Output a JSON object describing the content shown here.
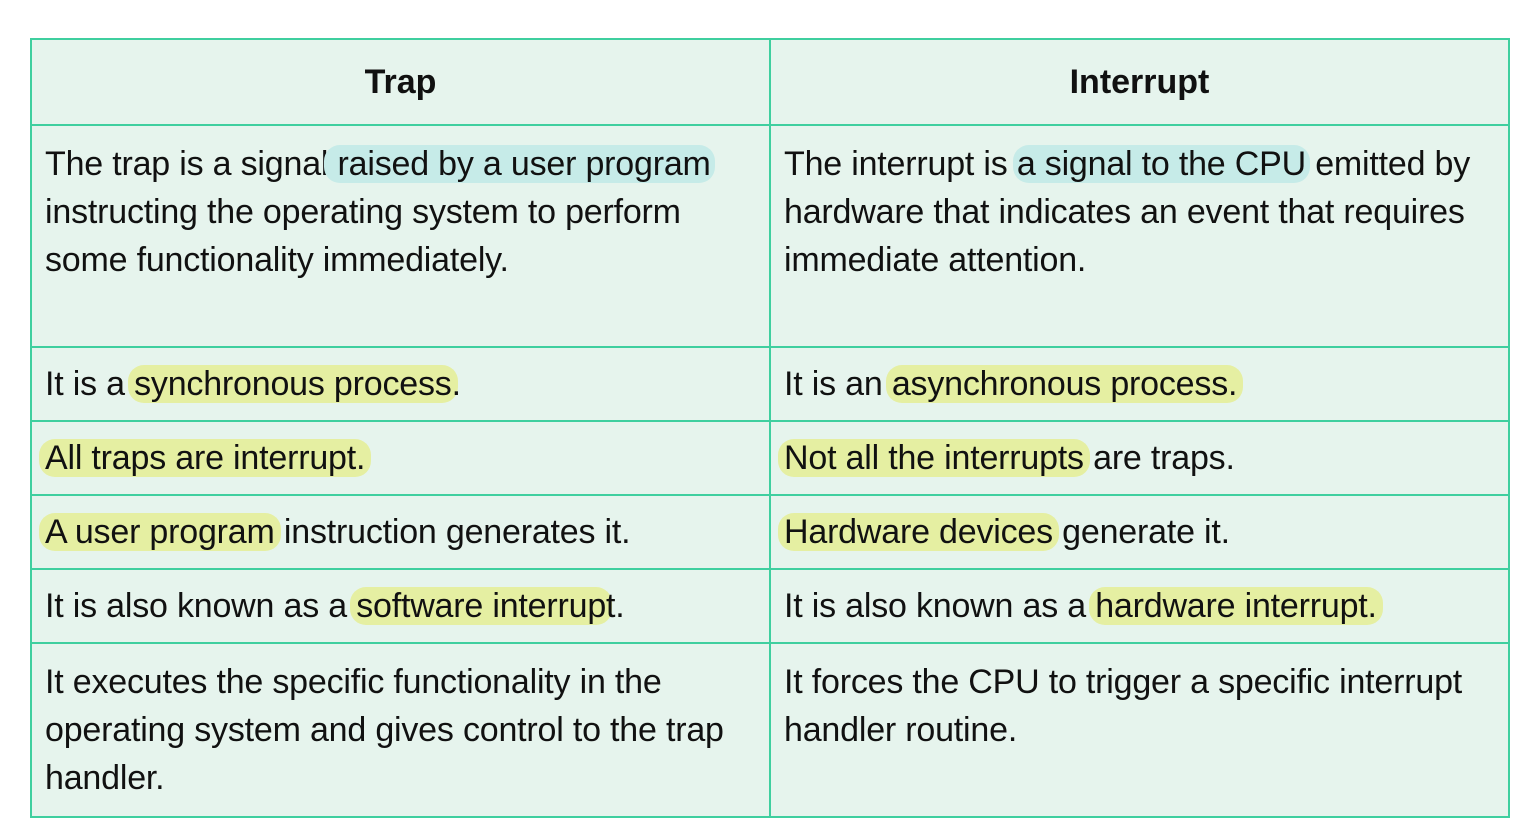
{
  "header": {
    "trap": "Trap",
    "interrupt": "Interrupt"
  },
  "rows": [
    {
      "trap": {
        "pre": "The trap is a signal",
        "hl": " raised by a user program",
        "post": " instructing the operating system to perform some functionality immediately."
      },
      "interrupt": {
        "pre": "The interrupt is ",
        "hl": "a signal to the CPU",
        "post": " emitted by hardware that indicates an event that requires immediate attention."
      }
    },
    {
      "trap": {
        "pre": "It is a ",
        "hl": "synchronous process",
        "post": "."
      },
      "interrupt": {
        "pre": "It is an ",
        "hl": "asynchronous process.",
        "post": ""
      }
    },
    {
      "trap": {
        "pre": "",
        "hl": "All traps are interrupt.",
        "post": ""
      },
      "interrupt": {
        "pre": "",
        "hl": "Not all the interrupts",
        "post": " are traps."
      }
    },
    {
      "trap": {
        "pre": "",
        "hl": "A user program",
        "post": " instruction generates it."
      },
      "interrupt": {
        "pre": "",
        "hl": "Hardware devices",
        "post": " generate it."
      }
    },
    {
      "trap": {
        "pre": "It is also known as a ",
        "hl": "software interrup",
        "post": "t."
      },
      "interrupt": {
        "pre": "It is also known as a ",
        "hl": "hardware interrupt.",
        "post": ""
      }
    },
    {
      "trap": {
        "pre": "It executes the specific functionality in the operating system and gives control to the trap handler.",
        "hl": "",
        "post": ""
      },
      "interrupt": {
        "pre": "It forces the CPU to trigger a specific interrupt handler routine.",
        "hl": "",
        "post": ""
      }
    }
  ],
  "colors": {
    "border": "#3fcf9f",
    "cell_background": "#e6f4ed",
    "highlight_blue": "#c6ebe8",
    "highlight_yellow": "#e5efa2",
    "text": "#111111"
  }
}
